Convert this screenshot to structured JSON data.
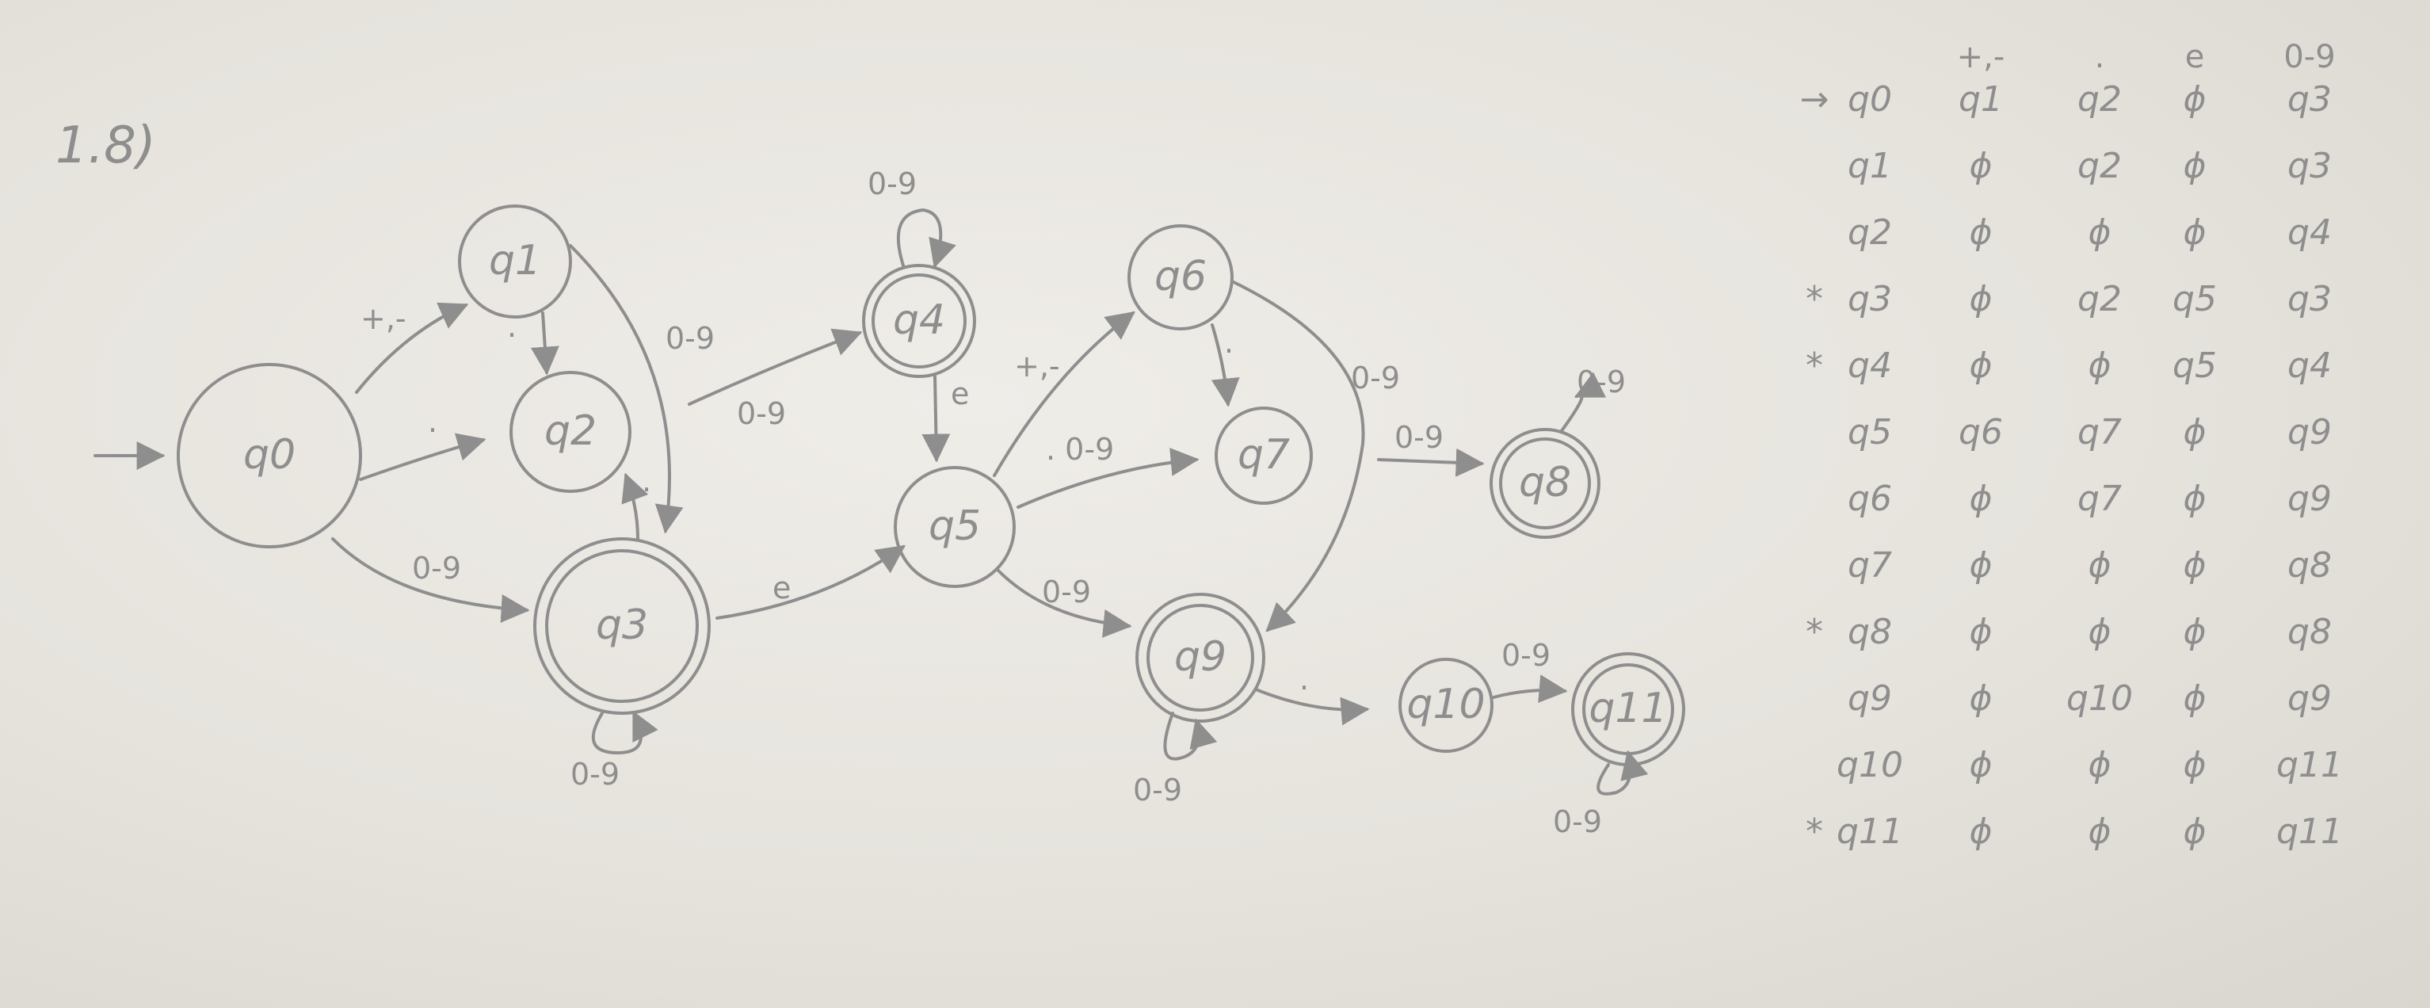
{
  "problem_label": "1.8)",
  "states": [
    {
      "id": "q0",
      "label": "q0"
    },
    {
      "id": "q1",
      "label": "q1"
    },
    {
      "id": "q2",
      "label": "q2"
    },
    {
      "id": "q3",
      "label": "q3"
    },
    {
      "id": "q4",
      "label": "q4"
    },
    {
      "id": "q5",
      "label": "q5"
    },
    {
      "id": "q6",
      "label": "q6"
    },
    {
      "id": "q7",
      "label": "q7"
    },
    {
      "id": "q8",
      "label": "q8"
    },
    {
      "id": "q9",
      "label": "q9"
    },
    {
      "id": "q10",
      "label": "q10"
    },
    {
      "id": "q11",
      "label": "q11"
    }
  ],
  "edge_labels": {
    "q0_q1": "+,-",
    "q0_q2": ".",
    "q0_q3": "0-9",
    "q1_q2": ".",
    "q1_q3": "0-9",
    "q3_q2": ".",
    "q2_q4": "0-9",
    "q4_loop": "0-9",
    "q4_q5": "e",
    "q3_loop": "0-9",
    "q3_q5": "e",
    "q5_q6": "+,-",
    "q5_q7": ". 0-9",
    "q5_q9": "0-9",
    "q6_q7": ".",
    "q6_q9": "0-9",
    "q7_q8": "0-9",
    "q8_loop": "0-9",
    "q9_loop": "0-9",
    "q9_q10": ".",
    "q10_q11": "0-9",
    "q11_loop": "0-9"
  },
  "table": {
    "columns": [
      "+,-",
      ".",
      "e",
      "0-9"
    ],
    "rows": [
      {
        "marker": "→",
        "state": "q0",
        "cells": [
          "q1",
          "q2",
          "ϕ",
          "q3"
        ]
      },
      {
        "marker": "",
        "state": "q1",
        "cells": [
          "ϕ",
          "q2",
          "ϕ",
          "q3"
        ]
      },
      {
        "marker": "",
        "state": "q2",
        "cells": [
          "ϕ",
          "ϕ",
          "ϕ",
          "q4"
        ]
      },
      {
        "marker": "*",
        "state": "q3",
        "cells": [
          "ϕ",
          "q2",
          "q5",
          "q3"
        ]
      },
      {
        "marker": "*",
        "state": "q4",
        "cells": [
          "ϕ",
          "ϕ",
          "q5",
          "q4"
        ]
      },
      {
        "marker": "",
        "state": "q5",
        "cells": [
          "q6",
          "q7",
          "ϕ",
          "q9"
        ]
      },
      {
        "marker": "",
        "state": "q6",
        "cells": [
          "ϕ",
          "q7",
          "ϕ",
          "q9"
        ]
      },
      {
        "marker": "",
        "state": "q7",
        "cells": [
          "ϕ",
          "ϕ",
          "ϕ",
          "q8"
        ]
      },
      {
        "marker": "*",
        "state": "q8",
        "cells": [
          "ϕ",
          "ϕ",
          "ϕ",
          "q8"
        ]
      },
      {
        "marker": "",
        "state": "q9",
        "cells": [
          "ϕ",
          "q10",
          "ϕ",
          "q9"
        ]
      },
      {
        "marker": "",
        "state": "q10",
        "cells": [
          "ϕ",
          "ϕ",
          "ϕ",
          "q11"
        ]
      },
      {
        "marker": "*",
        "state": "q11",
        "cells": [
          "ϕ",
          "ϕ",
          "ϕ",
          "q11"
        ]
      }
    ]
  },
  "colors": {
    "ink": "#8e8e8e",
    "paper": "#e8e5df"
  }
}
